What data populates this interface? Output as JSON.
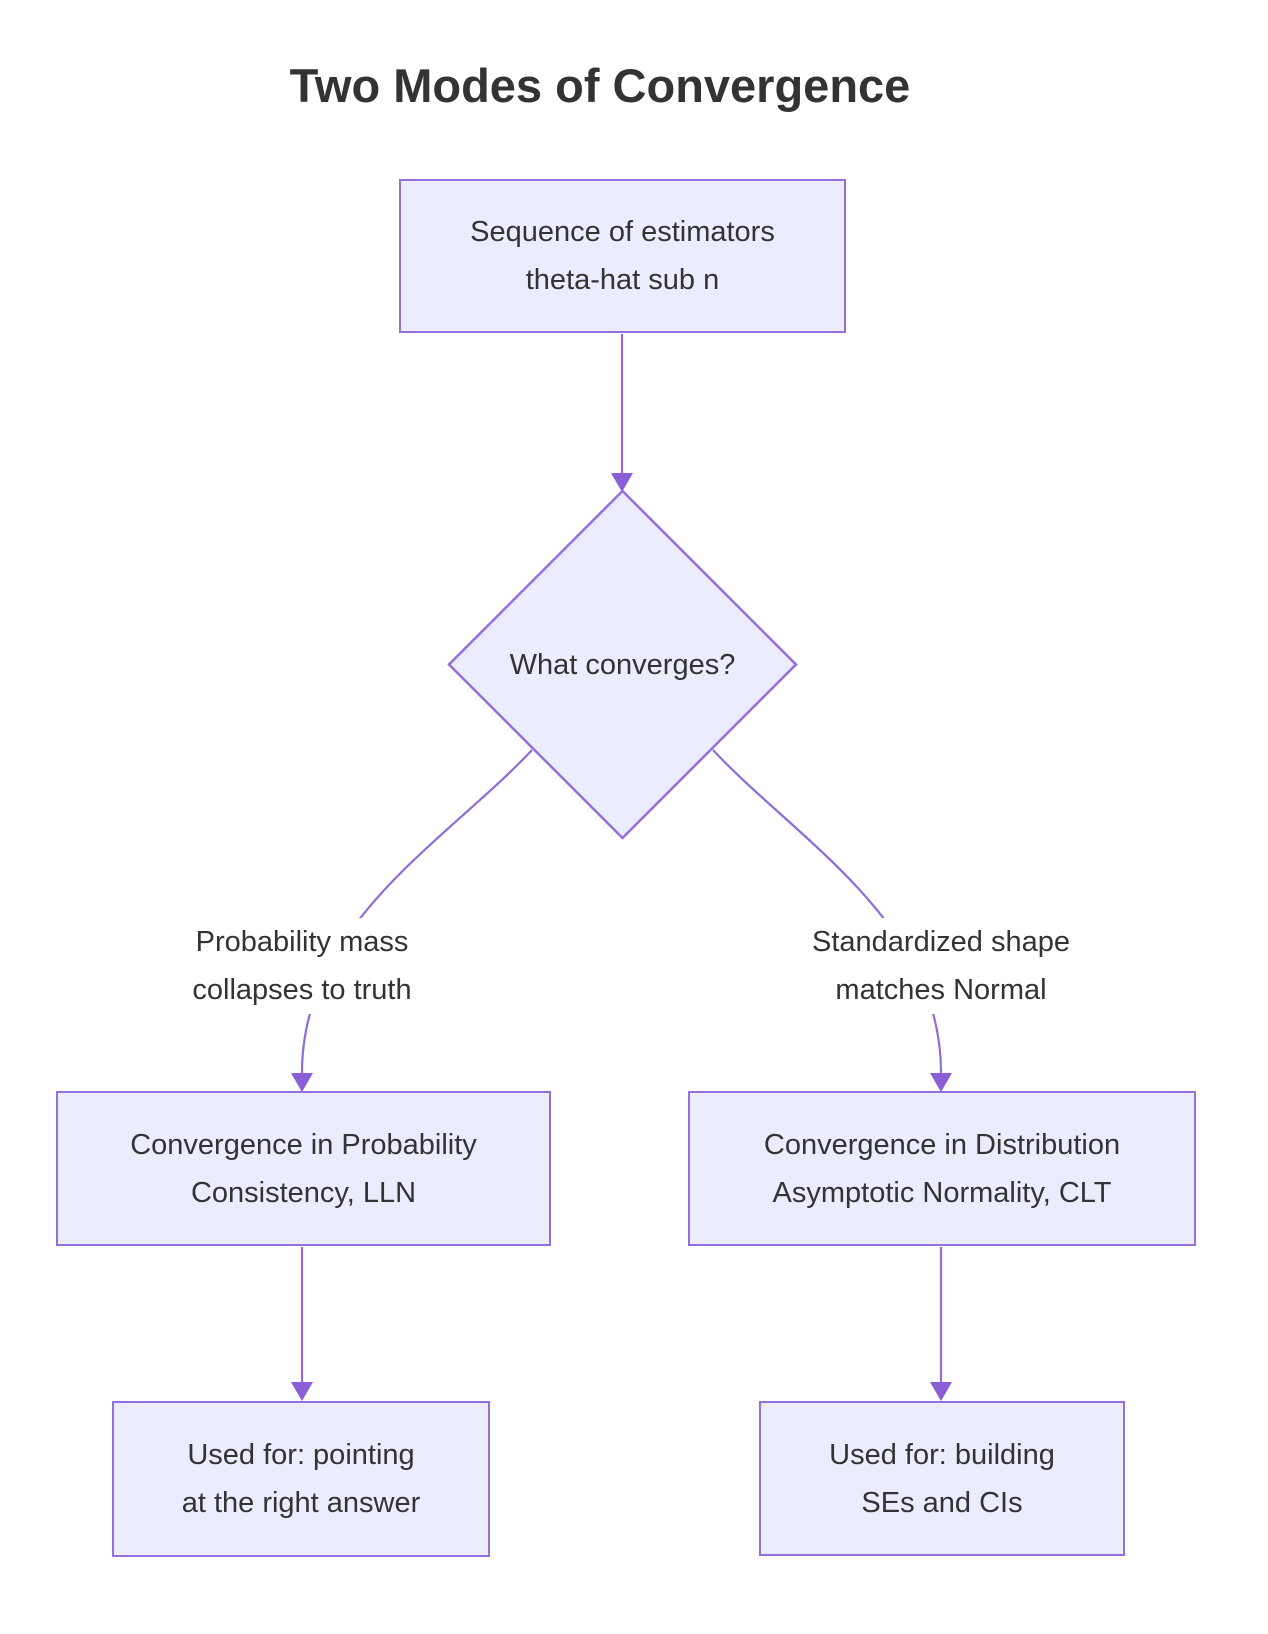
{
  "title": "Two Modes of Convergence",
  "colors": {
    "node_fill": "#ECECFF",
    "node_border": "#9370DB",
    "edge_line": "#8E6CD9",
    "arrowhead": "#8A5FD6",
    "text": "#333333",
    "background": "#ffffff"
  },
  "nodes": {
    "sequence": {
      "line1": "Sequence of estimators",
      "line2": "theta-hat sub n"
    },
    "decision": {
      "label": "What converges?"
    },
    "prob": {
      "line1": "Convergence in Probability",
      "line2": "Consistency, LLN"
    },
    "dist": {
      "line1": "Convergence in Distribution",
      "line2": "Asymptotic Normality, CLT"
    },
    "used_prob": {
      "line1": "Used for: pointing",
      "line2": "at the right answer"
    },
    "used_dist": {
      "line1": "Used for: building",
      "line2": "SEs and CIs"
    }
  },
  "edge_labels": {
    "left": {
      "line1": "Probability mass",
      "line2": "collapses to truth"
    },
    "right": {
      "line1": "Standardized shape",
      "line2": "matches Normal"
    }
  }
}
